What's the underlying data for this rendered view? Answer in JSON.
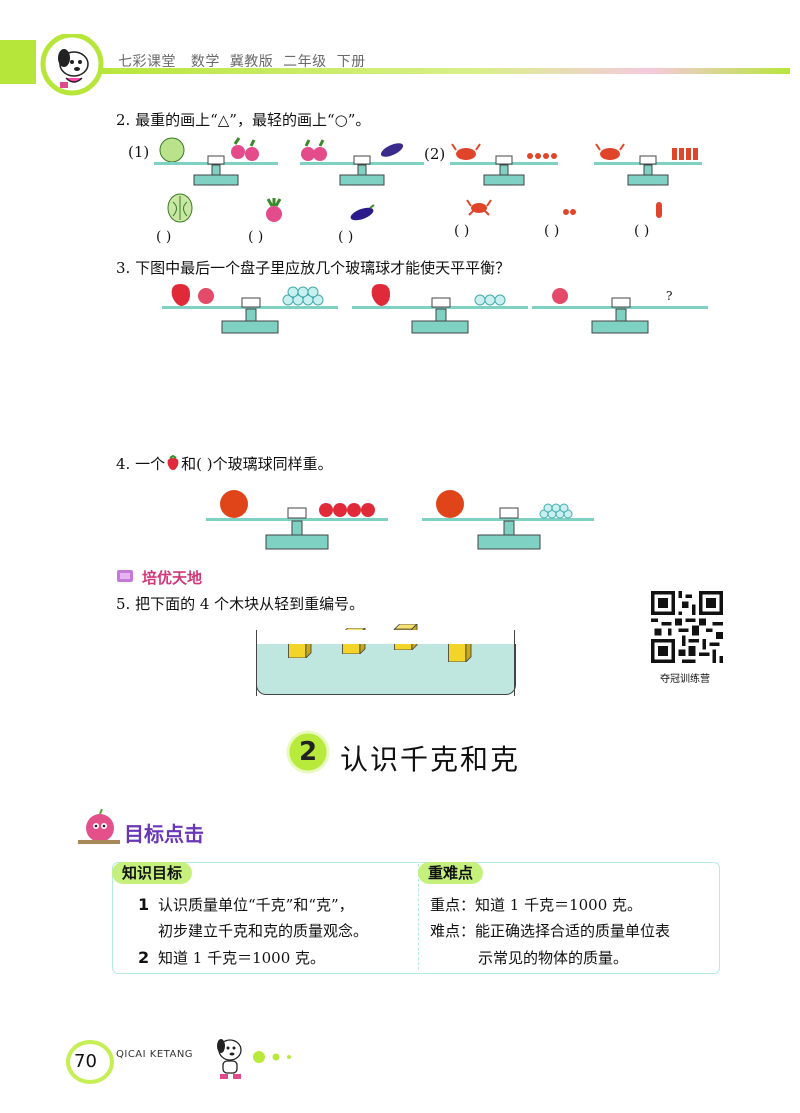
{
  "header": {
    "series": "七彩课堂",
    "subject": "数学",
    "edition": "冀教版",
    "grade": "二年级",
    "volume": "下册"
  },
  "q2": {
    "prompt": "2. 最重的画上“△”，最轻的画上“○”。",
    "part1_label": "(1)",
    "part2_label": "(2)",
    "blank": "(        )"
  },
  "q3": {
    "prompt": "3. 下图中最后一个盘子里应放几个玻璃球才能使天平平衡？",
    "question_mark": "?"
  },
  "q4": {
    "prefix": "4. 一个",
    "middle": "和(       )个玻璃球同样重。"
  },
  "section": {
    "title": "培优天地"
  },
  "q5": {
    "prompt": "5. 把下面的 4 个木块从轻到重编号。"
  },
  "qr": {
    "caption": "夺冠训练营"
  },
  "chapter": {
    "number": "2",
    "title": "认识千克和克"
  },
  "goals": {
    "title": "目标点击",
    "knowledge_tag": "知识目标",
    "key_tag": "重难点",
    "items": [
      {
        "num": "1",
        "line1": "认识质量单位“千克”和“克”，",
        "line2": "初步建立千克和克的质量观念。"
      },
      {
        "num": "2",
        "line1": "知道 1 千克＝1000 克。"
      }
    ],
    "key_point": "重点：知道 1 千克＝1000 克。",
    "difficult_line1": "难点：能正确选择合适的质量单位表",
    "difficult_line2": "示常见的物体的质量。"
  },
  "footer": {
    "page_number": "70",
    "label": "QICAI KETANG"
  },
  "colors": {
    "accent_green": "#c6ee55",
    "teal": "#7fd1c3",
    "purple": "#6a36b8",
    "pink": "#d1387a"
  }
}
